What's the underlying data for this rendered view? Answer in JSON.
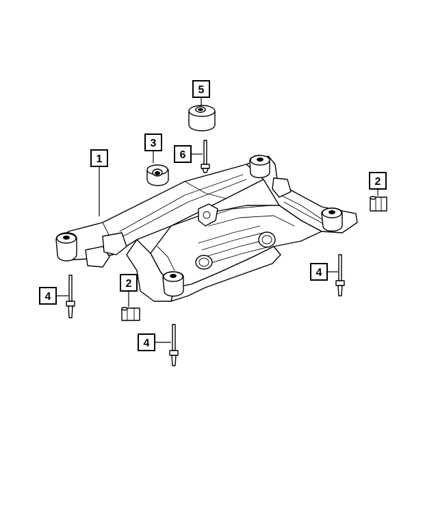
{
  "callouts": [
    {
      "id": "c1",
      "label": "1"
    },
    {
      "id": "c2a",
      "label": "2"
    },
    {
      "id": "c2b",
      "label": "2"
    },
    {
      "id": "c3",
      "label": "3"
    },
    {
      "id": "c4a",
      "label": "4"
    },
    {
      "id": "c4b",
      "label": "4"
    },
    {
      "id": "c4c",
      "label": "4"
    },
    {
      "id": "c5",
      "label": "5"
    },
    {
      "id": "c6",
      "label": "6"
    }
  ]
}
